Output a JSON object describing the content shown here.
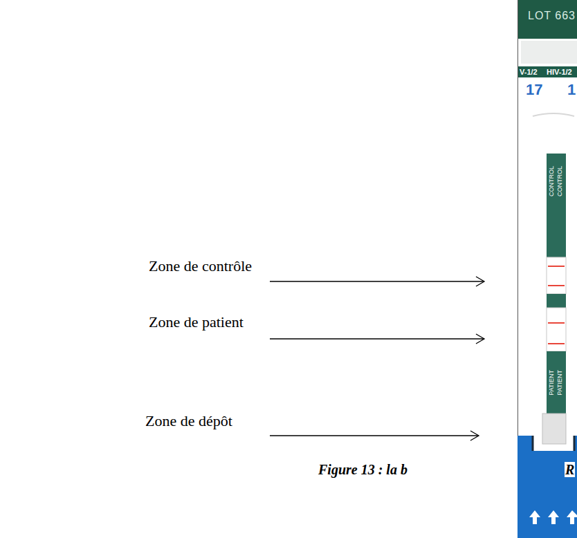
{
  "diagram": {
    "caption": "Figure 13 : la b",
    "labels": [
      "LOT 663",
      "V-1/2",
      "HIV-1/2",
      "17",
      "1",
      "CONTROL",
      "CONTROL",
      "Zone de contrôle",
      "Zone de patient",
      "PATIENT",
      "PATIENT",
      "Zone de dépôt",
      "R"
    ]
  }
}
